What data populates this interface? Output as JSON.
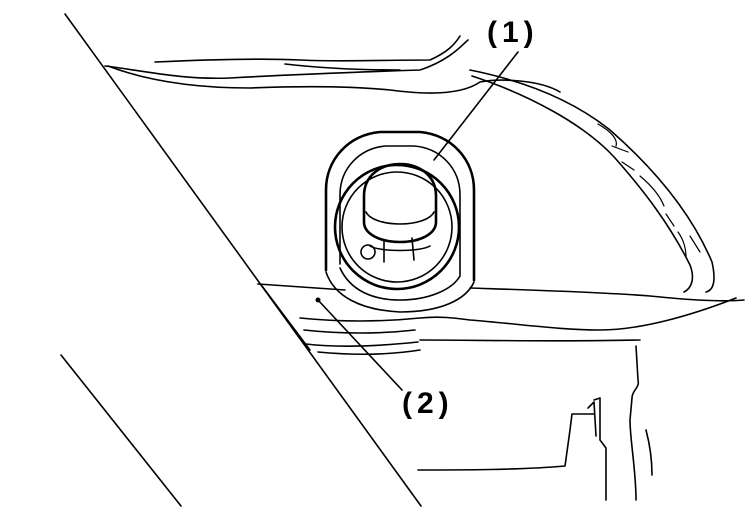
{
  "callouts": [
    {
      "id": "1",
      "label": "(1)"
    },
    {
      "id": "2",
      "label": "(2)"
    }
  ],
  "colors": {
    "line": "#000000",
    "background": "#ffffff"
  }
}
